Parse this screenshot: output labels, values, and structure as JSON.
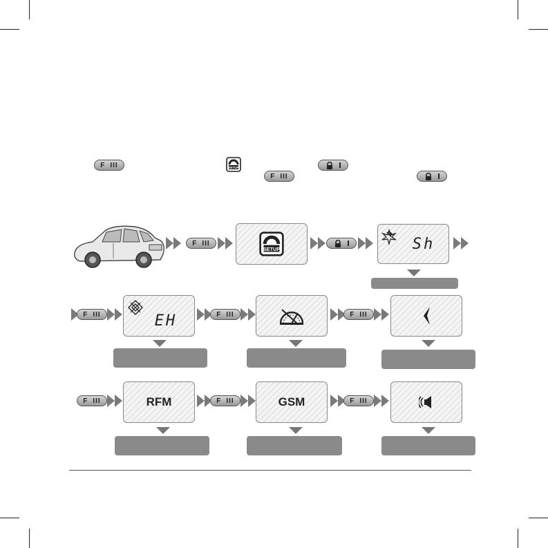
{
  "buttons": {
    "f_label": "F",
    "f_bars": "III"
  },
  "setup_label": "SETUP",
  "displays": {
    "sh": "Sh",
    "eh": "EH",
    "rfm": "RFM",
    "gsm": "GSM"
  },
  "colors": {
    "caption_bar": "#8a8a8a",
    "arrow": "#7a7a7a",
    "button_fill": "#b8b8b8",
    "lcd_bg": "#f4f4f4"
  },
  "icons": [
    "f-button-icon",
    "lock-button-icon",
    "setup-icon",
    "light-sensor-icon",
    "diamond-icon",
    "speedometer-icon",
    "chevron-left-icon",
    "speaker-icon",
    "car-icon"
  ]
}
